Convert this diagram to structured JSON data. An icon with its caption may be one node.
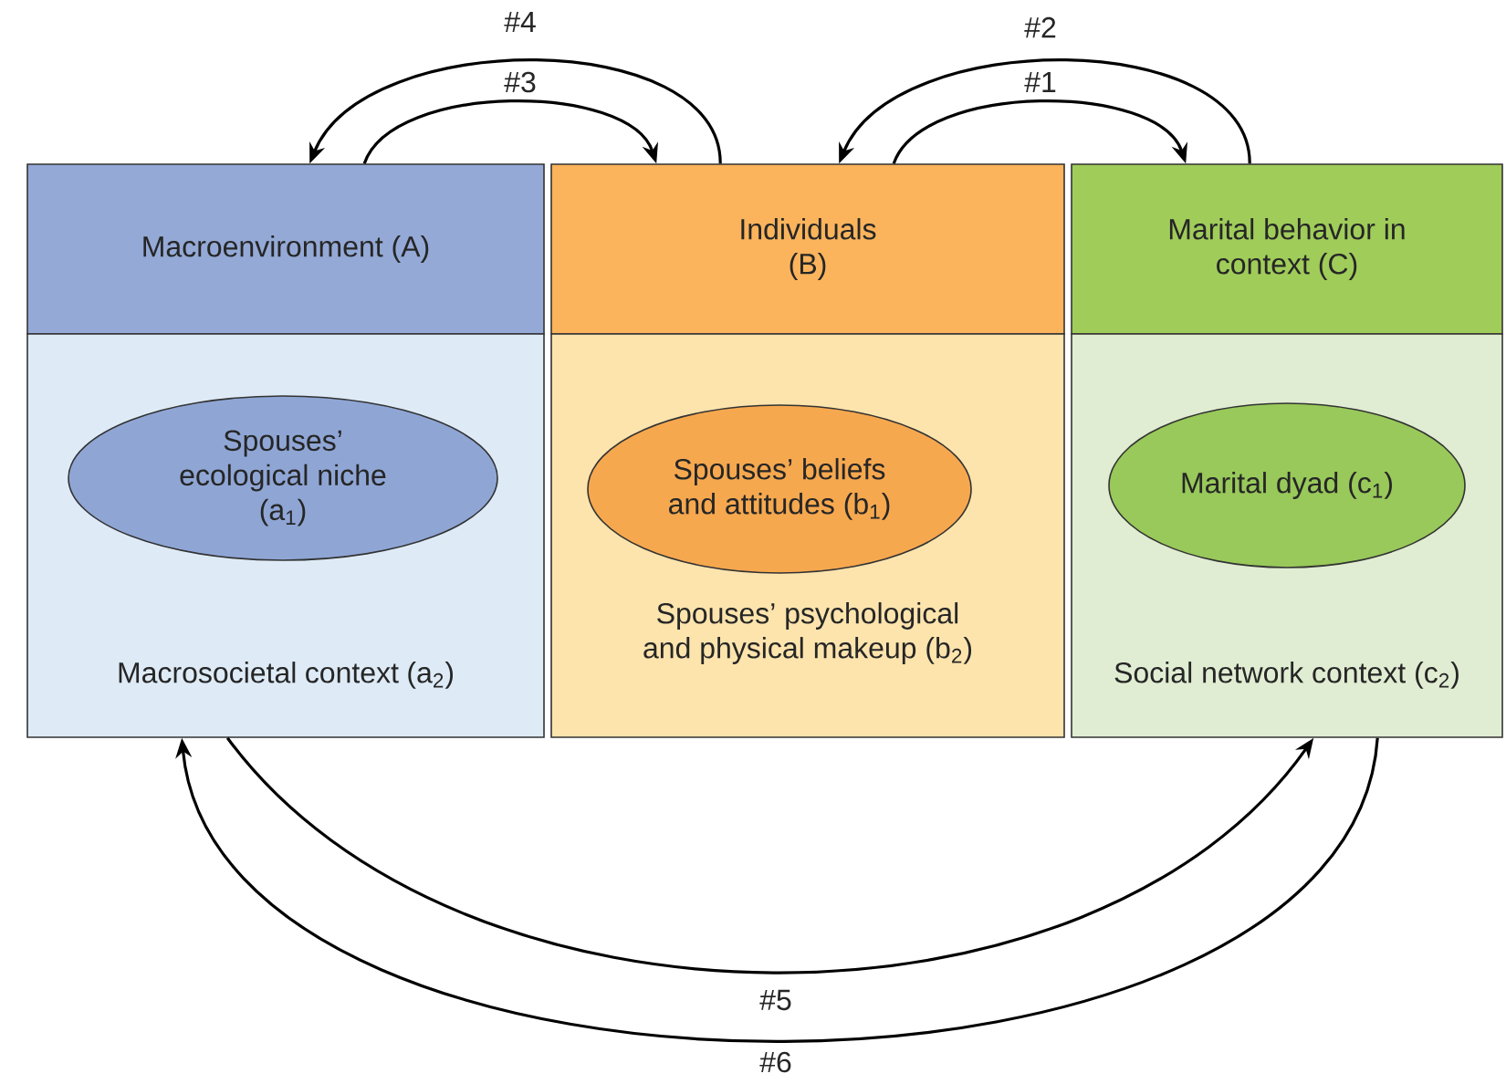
{
  "diagram": {
    "nodes": [
      {
        "text": [
          "Macroenvironment (A)"
        ]
      },
      {
        "text": [
          "Macrosocietal context (a$_{2}$)"
        ]
      },
      {
        "text": [
          "Spouses’ ecological niche (a$_{1}$)"
        ],
        "in": 1
      },
      {
        "text": [
          "Individuals (B)"
        ]
      },
      {
        "text": [
          "Spouses’ psychological and physical makeup (b$_{2}$)"
        ]
      },
      {
        "text": [
          "Spouses’ beliefs and attitudes (b$_{1}$)"
        ],
        "in": 4
      },
      {
        "text": [
          "Marital behavior in context (C)"
        ]
      },
      {
        "text": [
          "Social network context (c$_{2}$)"
        ]
      },
      {
        "text": [
          "Marital dyad (c$_{1}$)"
        ],
        "in": 7
      }
    ],
    "edges": [
      {
        "from": 3,
        "to": 0,
        "arrow": "to",
        "label": "#4"
      },
      {
        "from": 0,
        "to": 3,
        "arrow": "to",
        "label": "#3"
      },
      {
        "from": 6,
        "to": 3,
        "arrow": "to",
        "label": "#2"
      },
      {
        "from": 3,
        "to": 6,
        "arrow": "to",
        "label": "#1"
      },
      {
        "from": 1,
        "to": 7,
        "arrow": "to",
        "label": "#5"
      },
      {
        "from": 7,
        "to": 1,
        "arrow": "to",
        "label": "#6"
      }
    ]
  }
}
